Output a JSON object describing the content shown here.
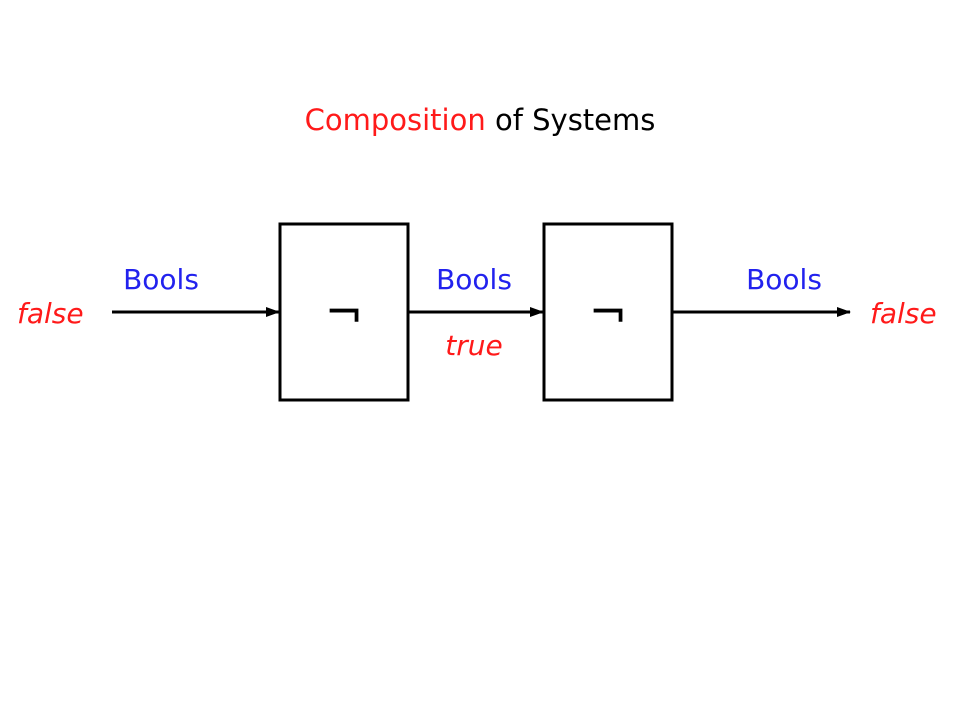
{
  "title": {
    "highlight": "Composition",
    "rest": " of Systems"
  },
  "blocks": [
    {
      "symbol": "¬"
    },
    {
      "symbol": "¬"
    }
  ],
  "edges": [
    {
      "type_label": "Bools",
      "value_label": "false"
    },
    {
      "type_label": "Bools",
      "value_label": "true"
    },
    {
      "type_label": "Bools",
      "value_label": "false"
    }
  ],
  "colors": {
    "highlight": "#ff1a1a",
    "type_label": "#2222ee",
    "line": "#000000"
  }
}
